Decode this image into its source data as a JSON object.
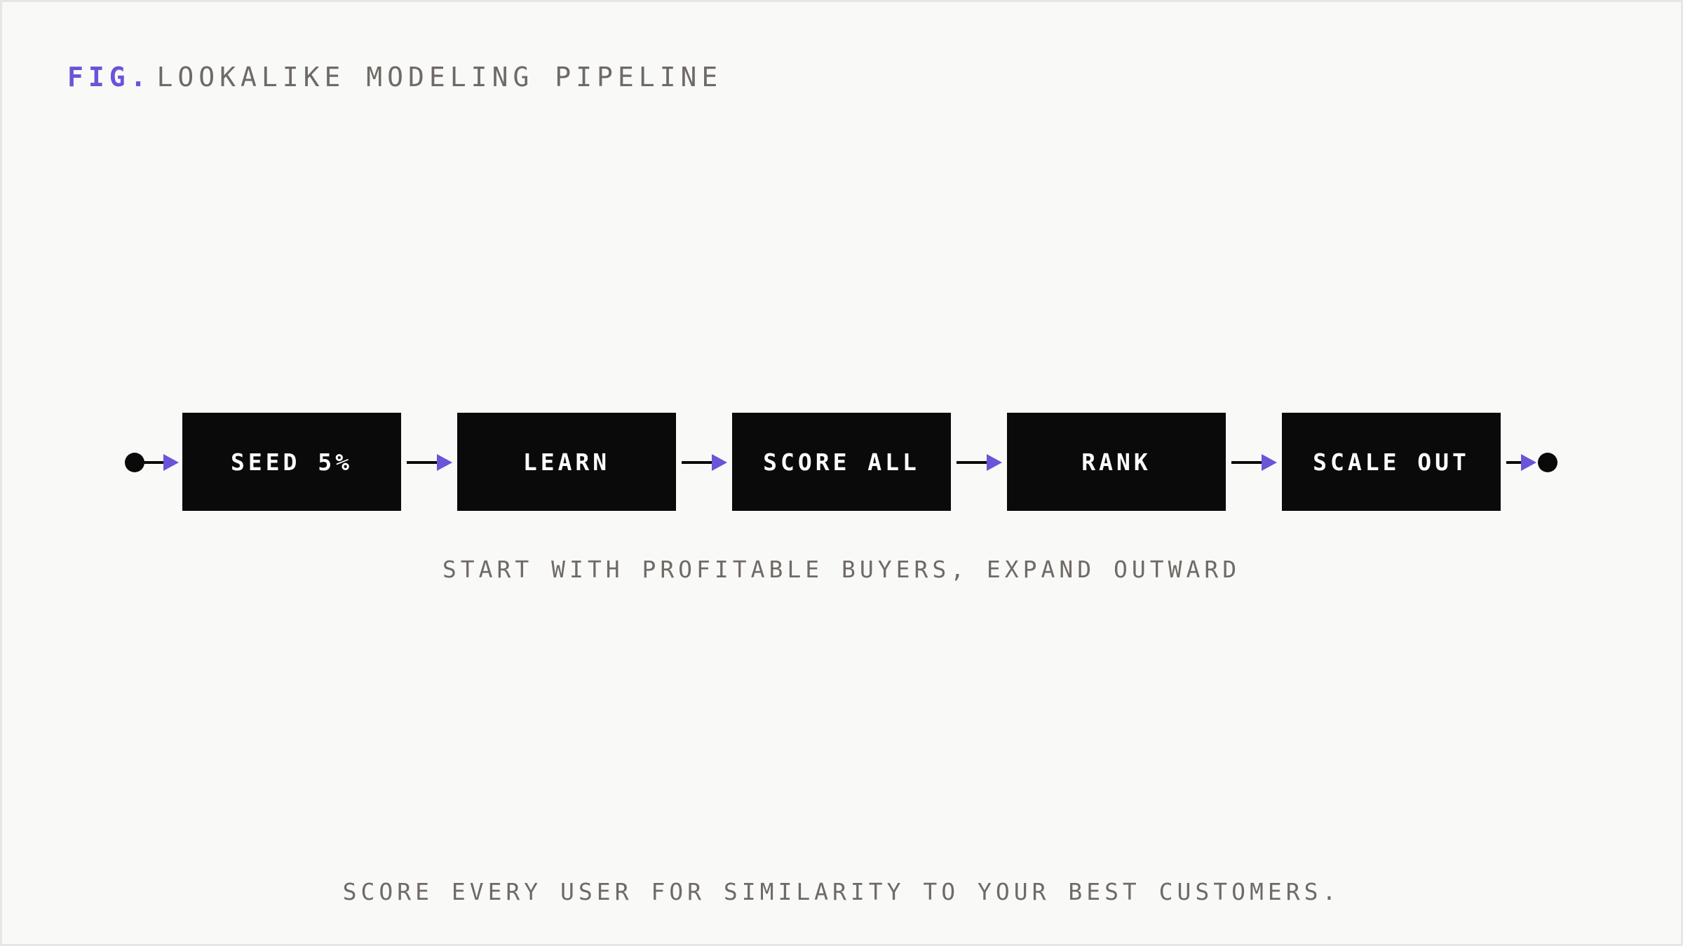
{
  "figure": {
    "label": "FIG.",
    "title": "LOOKALIKE MODELING PIPELINE"
  },
  "pipeline": {
    "steps": [
      {
        "label": "SEED 5%"
      },
      {
        "label": "LEARN"
      },
      {
        "label": "SCORE ALL"
      },
      {
        "label": "RANK"
      },
      {
        "label": "SCALE OUT"
      }
    ],
    "caption": "START WITH PROFITABLE BUYERS, EXPAND OUTWARD"
  },
  "footer": {
    "text": "SCORE EVERY USER FOR SIMILARITY TO YOUR BEST CUSTOMERS."
  },
  "colors": {
    "accent": "#6a54d8",
    "node": "#0a0a0a",
    "text_muted": "#6f6a66",
    "background": "#f9f9f7"
  },
  "icons": {
    "start": "filled-circle-icon",
    "end": "filled-circle-icon",
    "arrow": "arrow-right-icon"
  }
}
